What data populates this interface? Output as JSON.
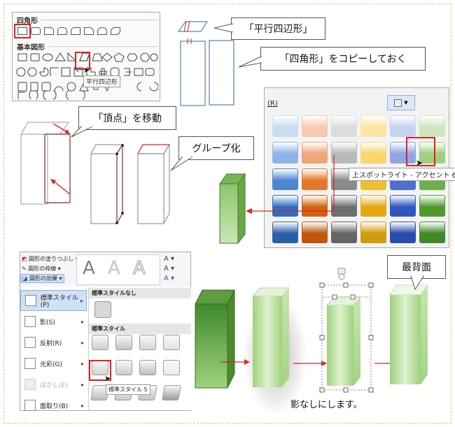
{
  "shapes_panel": {
    "rect_header": "四角形",
    "basic_header": "基本図形",
    "tooltip": "平行四辺形"
  },
  "callouts": {
    "parallelogram": "「平行四辺形」",
    "copy": "「四角形」をコピーしておく",
    "vertex": "「頂点」を移動",
    "group": "グループ化",
    "back": "最背面"
  },
  "style_gallery": {
    "dropdown_label": "(R)",
    "tooltip": "上スポットライト - アクセント 6",
    "colors": [
      [
        "#c9ddf2",
        "#f6c9b0",
        "#dcdcdc",
        "#fbe6a2",
        "#c6d3f0",
        "#cfe6bd"
      ],
      [
        "#8fb3e6",
        "#f0a678",
        "#b9b9b9",
        "#f7d66a",
        "#8fa6e3",
        "#9fcf80"
      ],
      [
        "#4f86d1",
        "#e6782e",
        "#8a8a8a",
        "#f0c02c",
        "#4f6fd0",
        "#6cb049"
      ],
      [
        "#2f6cc0",
        "#d4620e",
        "#6f6f6f",
        "#e3a90f",
        "#2f56c2",
        "#4f9a2f"
      ],
      [
        "#2a5fa8",
        "#c0560c",
        "#646464",
        "#cf9a0c",
        "#2a4bab",
        "#3f8a28"
      ]
    ]
  },
  "effects_panel": {
    "fill": "図形の塗りつぶし",
    "outline": "図形の枠線",
    "effects": "図形の効果",
    "sample_letters": [
      "A",
      "A",
      "A"
    ],
    "menu": [
      "標準スタイル(P)",
      "影(S)",
      "反射(R)",
      "光彩(G)",
      "ぼかし(E)",
      "面取り(B)"
    ],
    "no_style": "標準スタイルなし",
    "styles_header": "標準スタイル",
    "tooltip": "標準スタイル 5"
  },
  "caption": "影なしにします。"
}
